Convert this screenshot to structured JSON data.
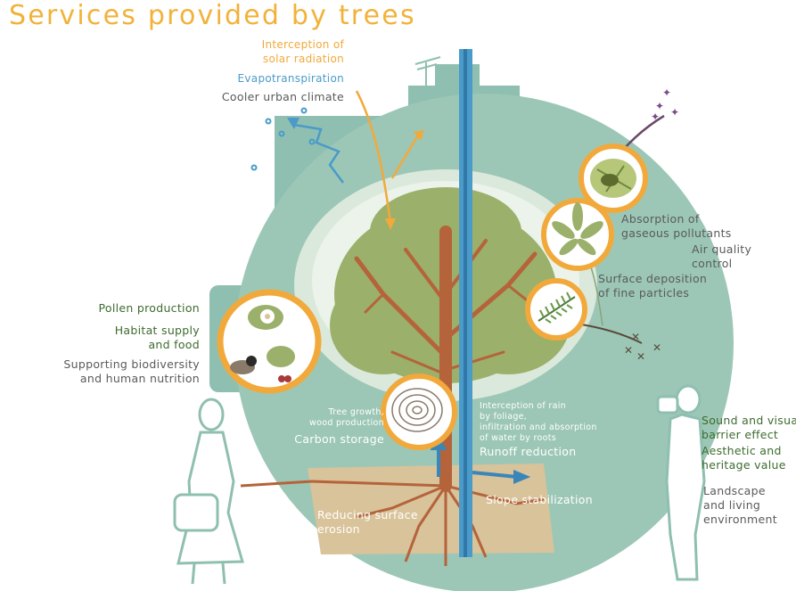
{
  "title": "Services provided by trees",
  "colors": {
    "title": "#f2b23a",
    "solar": "#f2a93b",
    "water": "#4a9bc9",
    "dark_text": "#5a5a5a",
    "green_text": "#3d6b2e",
    "city": "#8fbfb0",
    "canopy": "#9bb06a",
    "trunk": "#b5633a",
    "soil": "#d9c39a"
  },
  "labels": {
    "interception_solar": "Interception of\nsolar radiation",
    "evapotranspiration": "Evapotranspiration",
    "cooler_climate": "Cooler urban climate",
    "absorption_gaseous": "Absorption of\ngaseous pollutants",
    "air_quality": "Air quality\ncontrol",
    "surface_deposition": "Surface deposition\nof fine particles",
    "pollen": "Pollen production",
    "habitat": "Habitat supply\nand food",
    "biodiversity": "Supporting biodiversity\nand human nutrition",
    "tree_growth": "Tree growth,\nwood production",
    "carbon": "Carbon storage",
    "interception_rain": "Interception of rain\nby foliage,\ninfiltration and absorption\nof water by roots",
    "runoff": "Runoff reduction",
    "slope": "Slope stabilization",
    "erosion": "Reducing surface\nerosion",
    "sound": "Sound and visual\nbarrier effect",
    "aesthetic": "Aesthetic and\nheritage value",
    "landscape": "Landscape\nand living\nenvironment"
  }
}
